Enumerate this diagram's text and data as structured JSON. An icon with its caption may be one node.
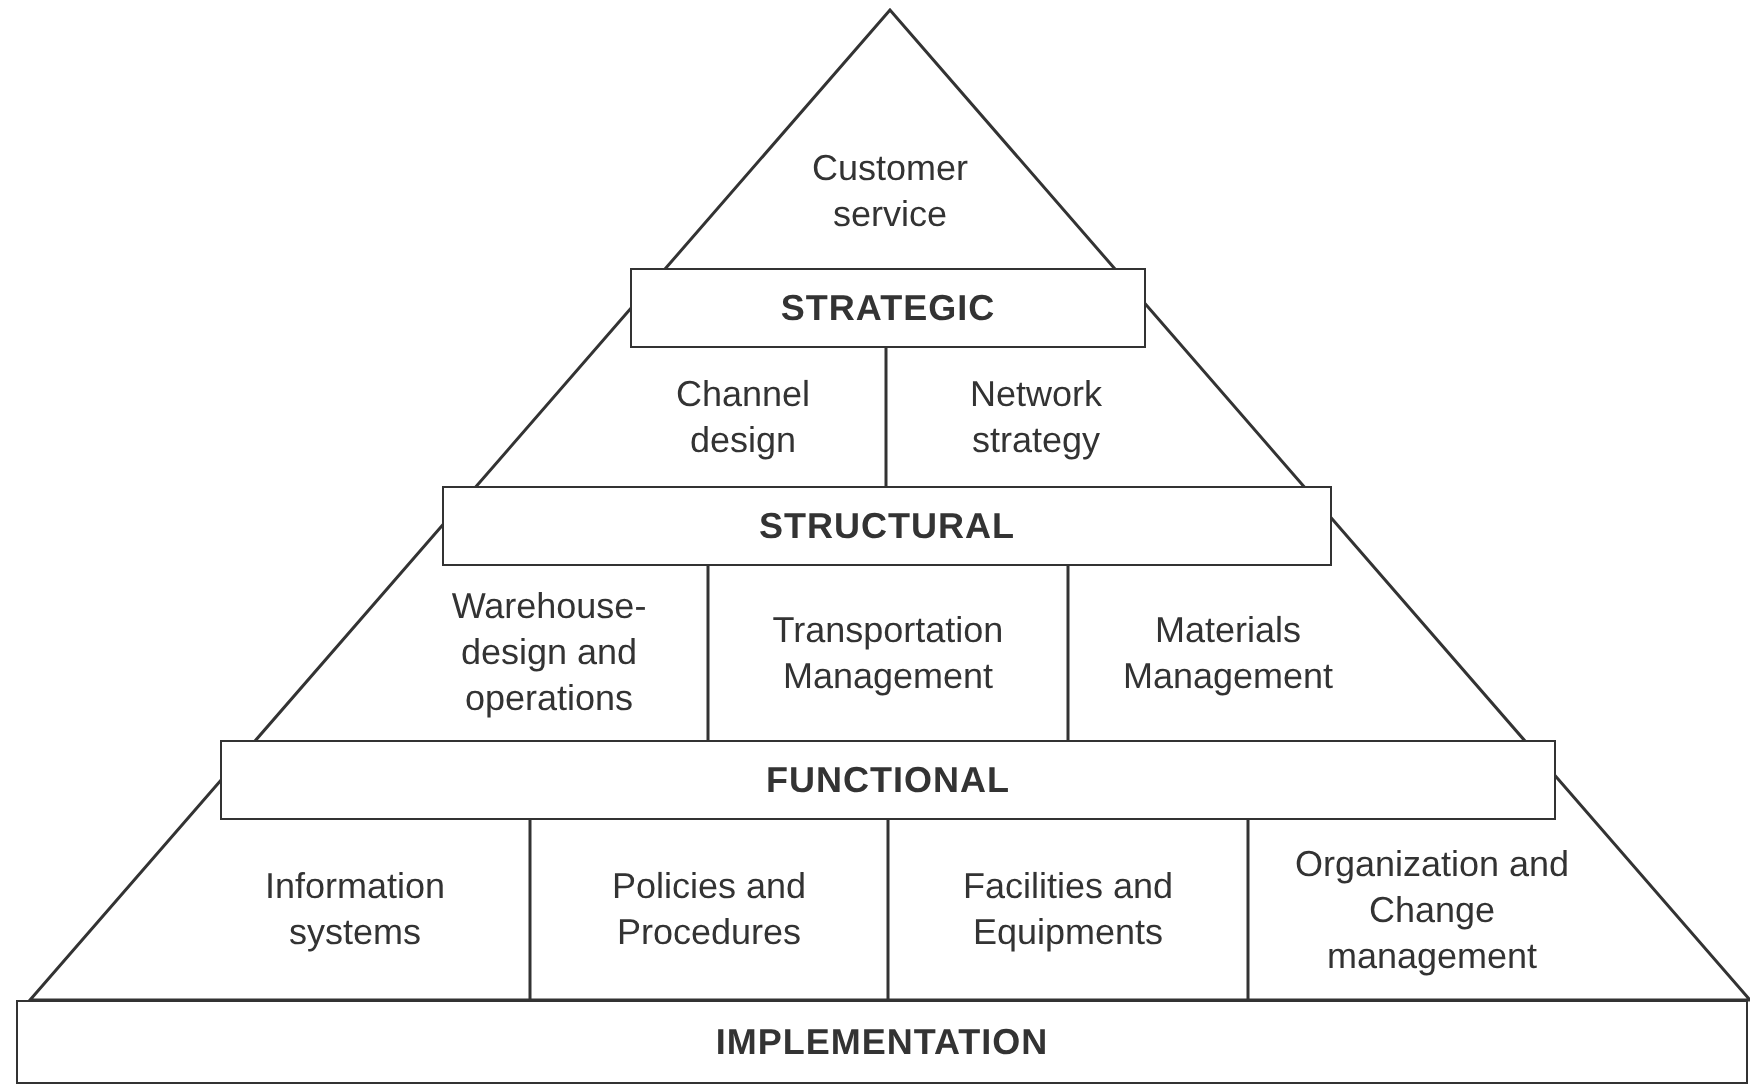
{
  "diagram": {
    "nodes": [
      {
        "text": [
          "Customer service"
        ]
      },
      {
        "text": [
          "STRATEGIC"
        ]
      },
      {
        "text": [
          "Channel design"
        ]
      },
      {
        "text": [
          "Network strategy"
        ]
      },
      {
        "text": [
          "STRUCTURAL"
        ]
      },
      {
        "text": [
          "Warehouse-design and operations"
        ]
      },
      {
        "text": [
          "Transportation Management"
        ]
      },
      {
        "text": [
          "Materials Management"
        ]
      },
      {
        "text": [
          "FUNCTIONAL"
        ]
      },
      {
        "text": [
          "Information systems"
        ]
      },
      {
        "text": [
          "Policies and Procedures"
        ]
      },
      {
        "text": [
          "Facilities and Equipments"
        ]
      },
      {
        "text": [
          "Organization and Change management"
        ]
      },
      {
        "text": [
          "IMPLEMENTATION"
        ]
      }
    ]
  }
}
